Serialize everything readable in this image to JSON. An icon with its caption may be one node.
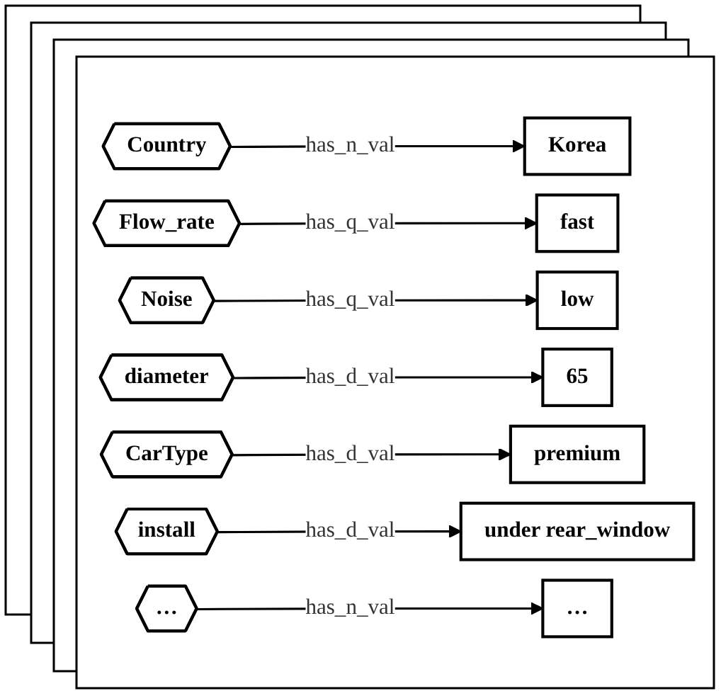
{
  "diagram": {
    "nodes": [
      {
        "text": [
          "Country"
        ]
      },
      {
        "text": [
          "Korea"
        ]
      },
      {
        "text": [
          "Flow_rate"
        ]
      },
      {
        "text": [
          "fast"
        ]
      },
      {
        "text": [
          "Noise"
        ]
      },
      {
        "text": [
          "low"
        ]
      },
      {
        "text": [
          "diameter"
        ]
      },
      {
        "text": [
          "65"
        ]
      },
      {
        "text": [
          "CarType"
        ]
      },
      {
        "text": [
          "premium"
        ]
      },
      {
        "text": [
          "install"
        ]
      },
      {
        "text": [
          "under rear_window"
        ]
      },
      {
        "text": [
          "…"
        ]
      },
      {
        "text": [
          "…"
        ]
      }
    ],
    "edges": [
      {
        "from": 0,
        "to": 1,
        "arrow": "to",
        "label": "has_n_val"
      },
      {
        "from": 2,
        "to": 3,
        "arrow": "to",
        "label": "has_q_val"
      },
      {
        "from": 4,
        "to": 5,
        "arrow": "to",
        "label": "has_q_val"
      },
      {
        "from": 6,
        "to": 7,
        "arrow": "to",
        "label": "has_d_val"
      },
      {
        "from": 8,
        "to": 9,
        "arrow": "to",
        "label": "has_d_val"
      },
      {
        "from": 10,
        "to": 11,
        "arrow": "to",
        "label": "has_d_val"
      },
      {
        "from": 12,
        "to": 13,
        "arrow": "to",
        "label": "has_n_val"
      }
    ]
  }
}
